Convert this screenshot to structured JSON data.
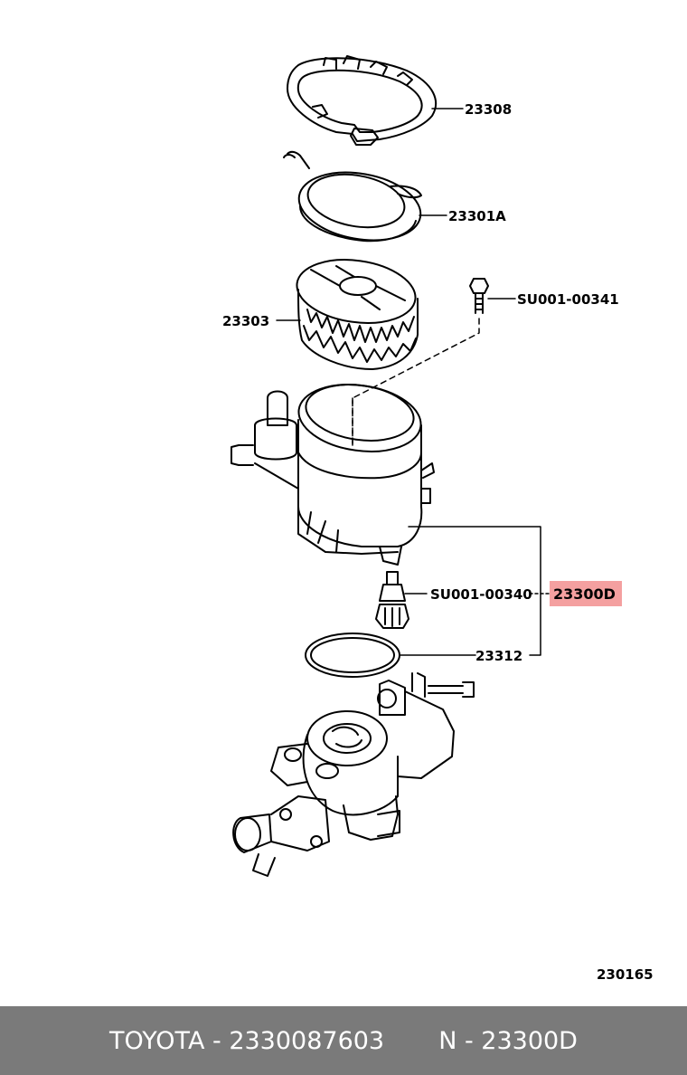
{
  "labels": {
    "part_23308": "23308",
    "part_23301A": "23301A",
    "part_23303": "23303",
    "part_su00100341": "SU001-00341",
    "part_su00100340": "SU001-00340",
    "part_23300D": "23300D",
    "part_23312": "23312",
    "diagram_code": "230165"
  },
  "colors": {
    "highlight": "#f4a0a0",
    "footer_bg": "#7a7a7a",
    "footer_text": "#ffffff"
  },
  "footer": {
    "part_info": "TOYOTA - 2330087603",
    "ref_info": "N - 23300D"
  }
}
